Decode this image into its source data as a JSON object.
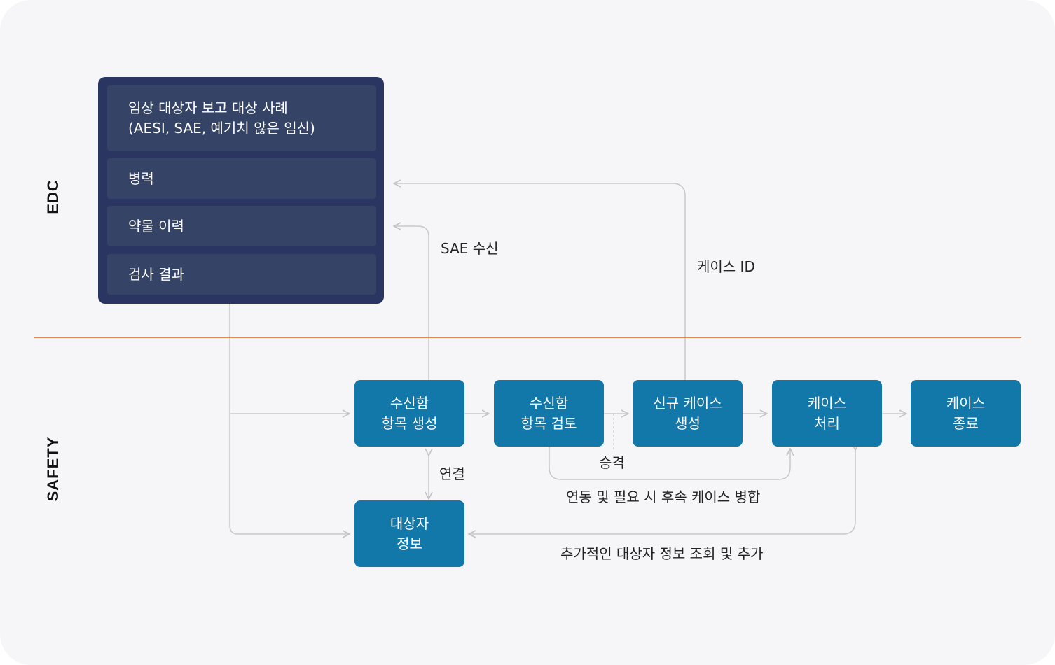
{
  "lanes": {
    "edc": "EDC",
    "safety": "SAFETY"
  },
  "edc_panel": {
    "items": [
      {
        "line1": "임상 대상자 보고 대상 사례",
        "line2": "(AESI, SAE, 예기치 않은 임신)"
      },
      {
        "line1": "병력"
      },
      {
        "line1": "약물 이력"
      },
      {
        "line1": "검사 결과"
      }
    ]
  },
  "nodes": [
    {
      "line1": "수신함",
      "line2": "항목 생성"
    },
    {
      "line1": "수신함",
      "line2": "항목 검토"
    },
    {
      "line1": "신규 케이스",
      "line2": "생성"
    },
    {
      "line1": "케이스",
      "line2": "처리"
    },
    {
      "line1": "케이스",
      "line2": "종료"
    },
    {
      "line1": "대상자",
      "line2": "정보"
    }
  ],
  "edge_labels": {
    "sae_receive": "SAE 수신",
    "case_id": "케이스 ID",
    "link": "연결",
    "escalate": "승격",
    "sync_merge": "연동 및 필요 시 후속 케이스 병합",
    "additional_info": "추가적인 대상자 정보 조회 및 추가"
  },
  "colors": {
    "background": "#f6f6f8",
    "edc_panel": "#2b3561",
    "edc_item": "#344366",
    "node": "#1277a9",
    "divider": "#e08a4f",
    "connector": "#c8c8cc"
  }
}
